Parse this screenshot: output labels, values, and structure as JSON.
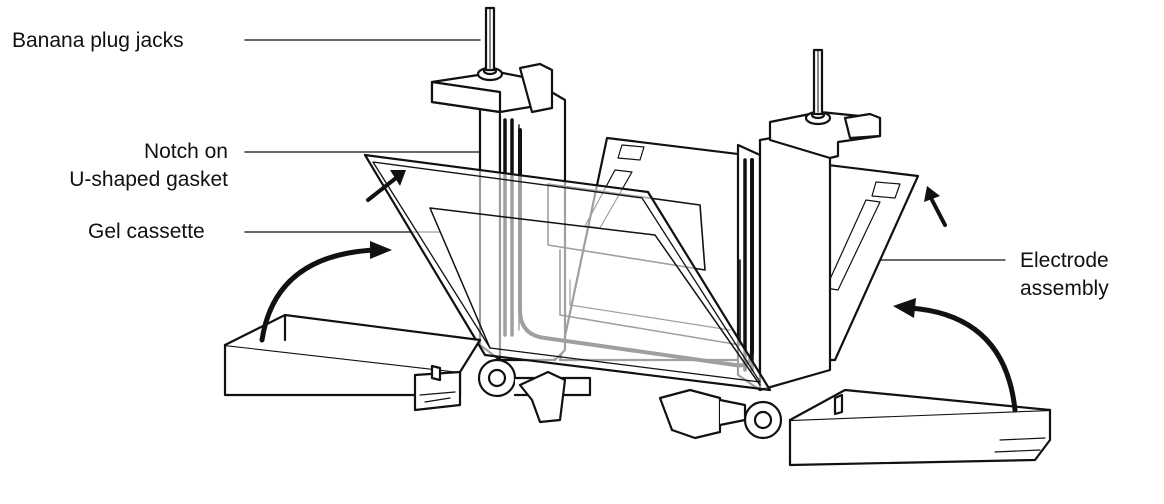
{
  "labels": {
    "banana": "Banana plug jacks",
    "notch_line1": "Notch on",
    "notch_line2": "U-shaped gasket",
    "gel": "Gel cassette",
    "electrode_line1": "Electrode",
    "electrode_line2": "assembly"
  },
  "colors": {
    "stroke": "#111111",
    "fill": "#ffffff",
    "shade": "#e6e6e6"
  }
}
